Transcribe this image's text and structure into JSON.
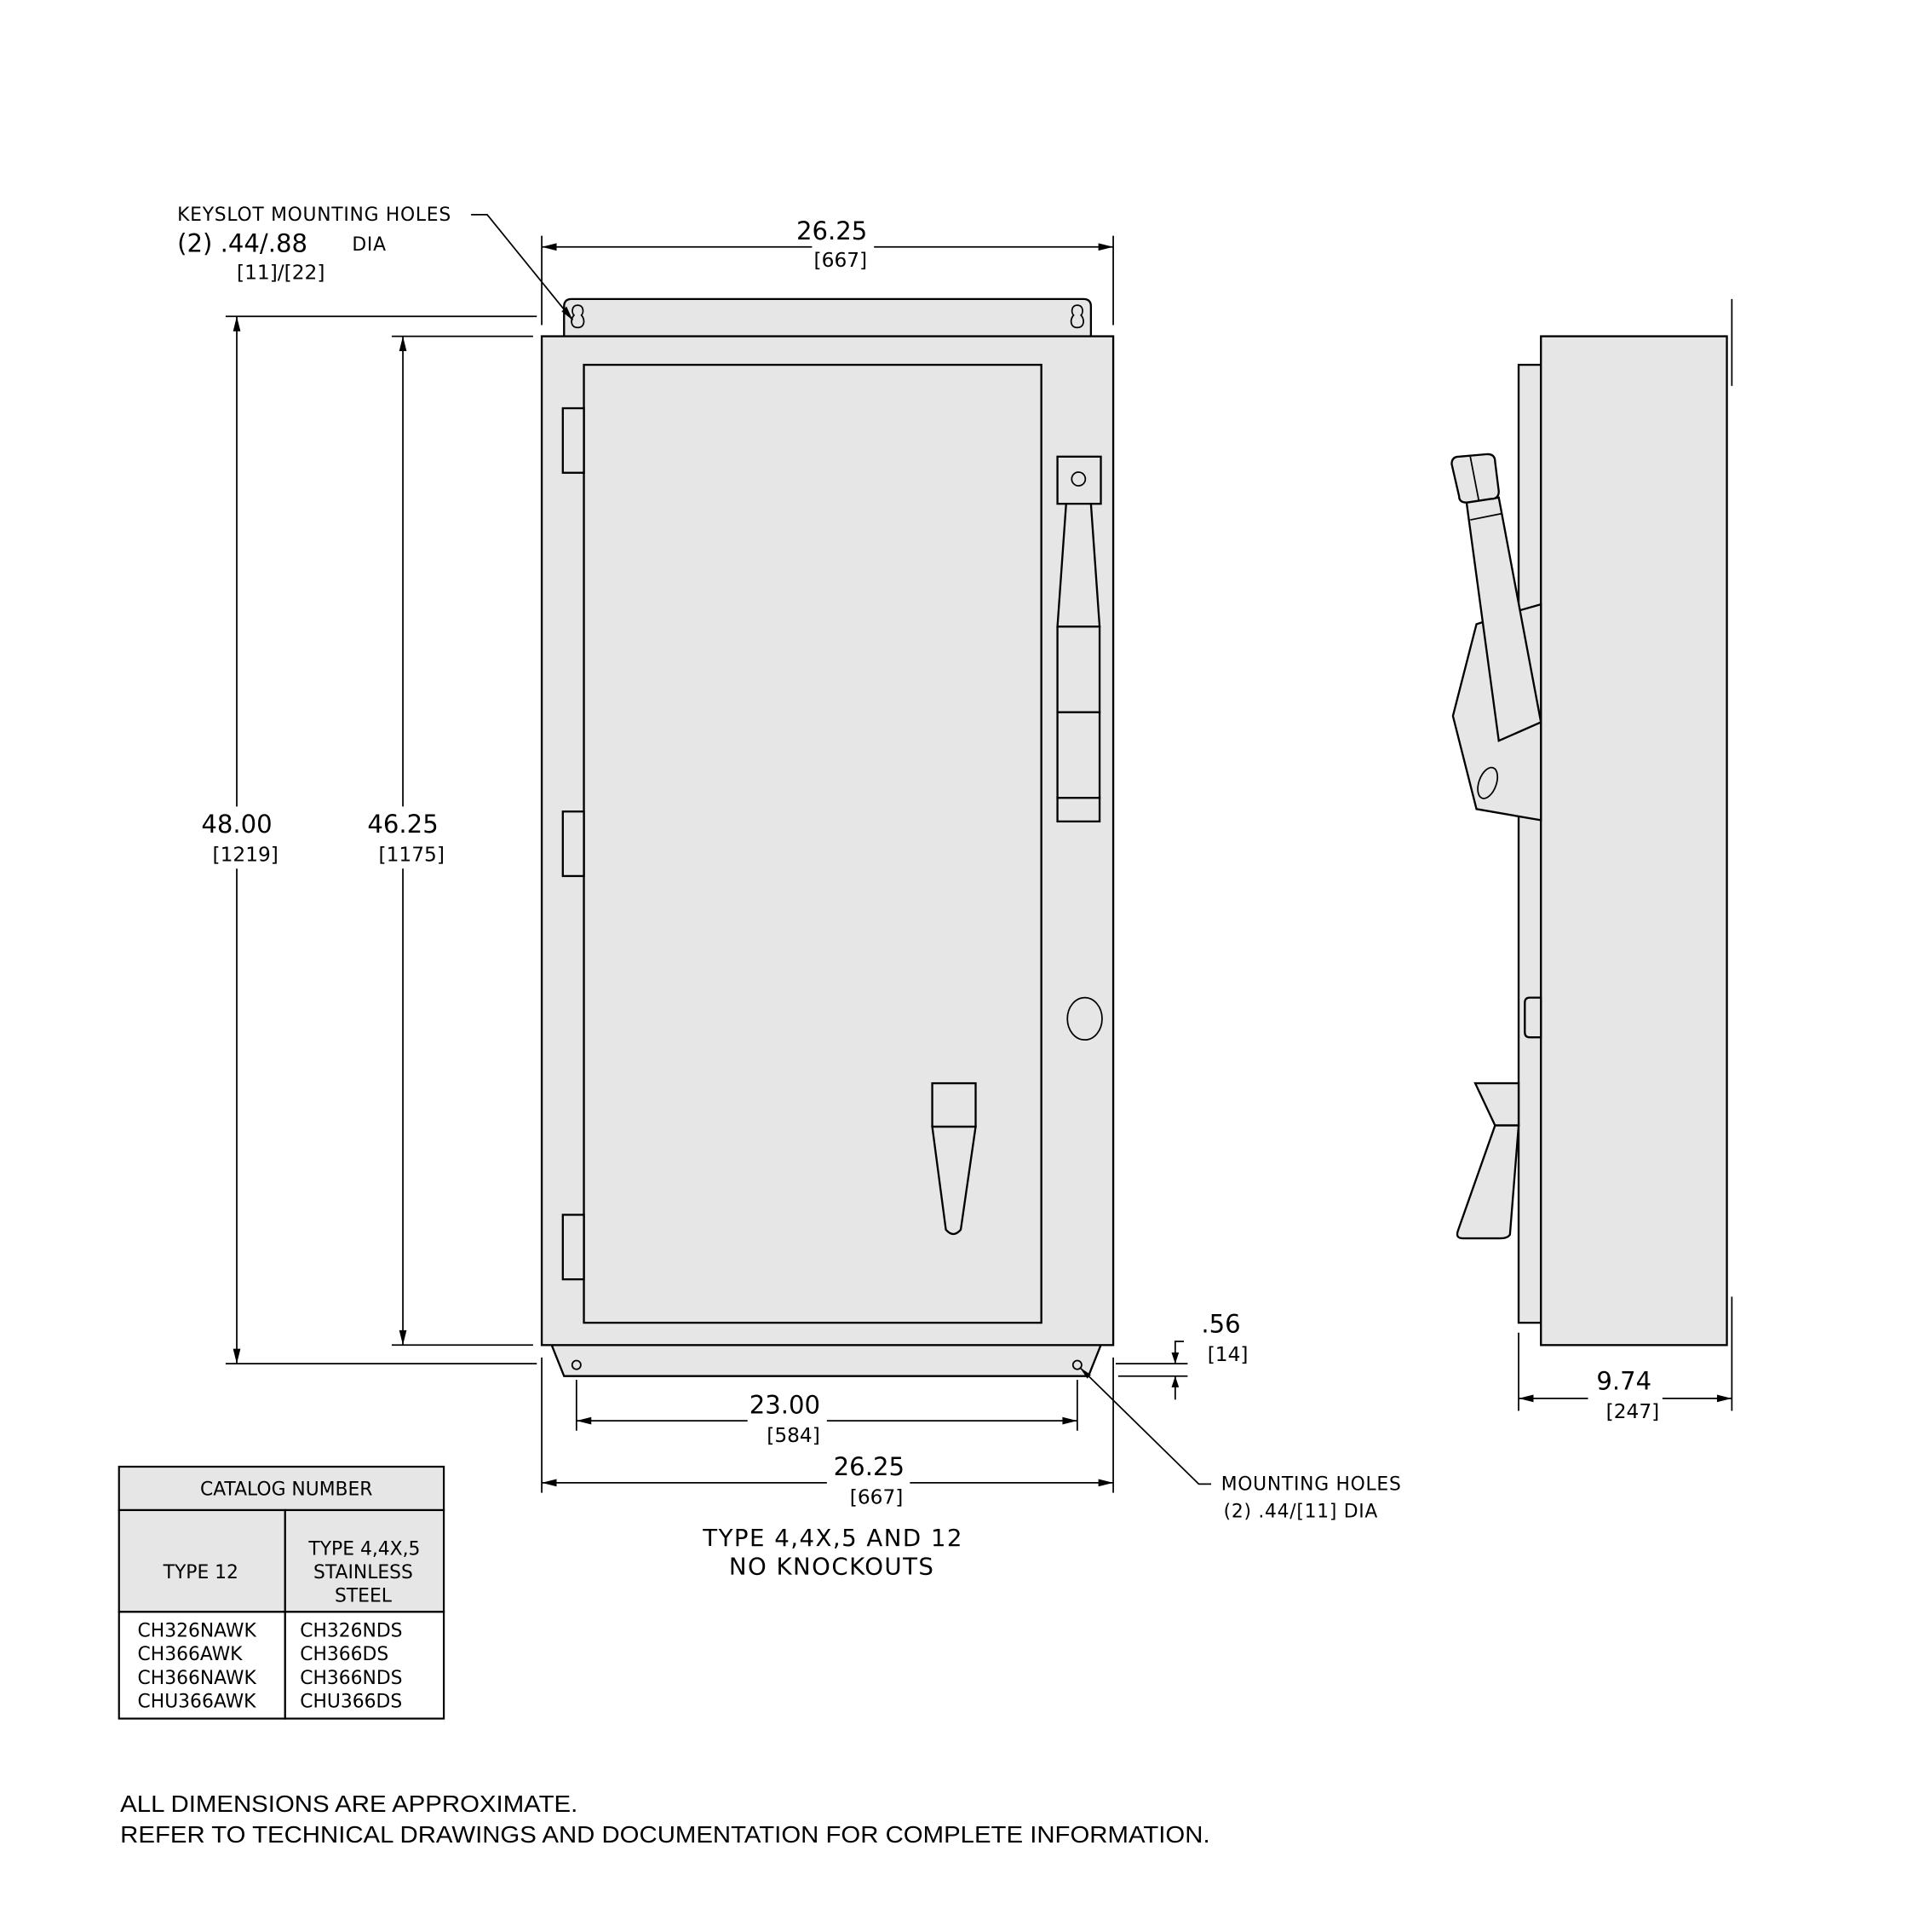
{
  "front_view": {
    "width_top": {
      "in": "26.25",
      "mm": "[667]"
    },
    "keyslot_note": {
      "line1": "KEYSLOT  MOUNTING  HOLES",
      "line2_qty": "(2)  .44/.88",
      "line2_unit": "DIA",
      "line3": "[11]/[22]"
    },
    "height_overall": {
      "in": "48.00",
      "mm": "[1219]"
    },
    "height_body": {
      "in": "46.25",
      "mm": "[1175]"
    },
    "mount_offset": {
      "in": ".56",
      "mm": "[14]"
    },
    "hole_spacing": {
      "in": "23.00",
      "mm": "[584]"
    },
    "width_bottom": {
      "in": "26.25",
      "mm": "[667]"
    },
    "mounting_holes_note": {
      "line1": "MOUNTING  HOLES",
      "line2": "(2)  .44/[11]  DIA"
    },
    "type_note": {
      "line1": "TYPE  4,4X,5  AND  12",
      "line2": "NO  KNOCKOUTS"
    }
  },
  "side_view": {
    "depth": {
      "in": "9.74",
      "mm": "[247]"
    }
  },
  "catalog_table": {
    "title": "CATALOG  NUMBER",
    "columns": [
      {
        "header": [
          "TYPE  12"
        ],
        "items": [
          "CH326NAWK",
          "CH366AWK",
          "CH366NAWK",
          "CHU366AWK"
        ]
      },
      {
        "header": [
          "TYPE  4,4X,5",
          "STAINLESS",
          "STEEL"
        ],
        "items": [
          "CH326NDS",
          "CH366DS",
          "CH366NDS",
          "CHU366DS"
        ]
      }
    ]
  },
  "footer": {
    "line1": "ALL DIMENSIONS ARE APPROXIMATE.",
    "line2": "REFER TO TECHNICAL DRAWINGS AND DOCUMENTATION FOR COMPLETE INFORMATION."
  },
  "colors": {
    "enclosure_fill": "#e6e6e6",
    "line": "#000000",
    "background": "#ffffff"
  }
}
